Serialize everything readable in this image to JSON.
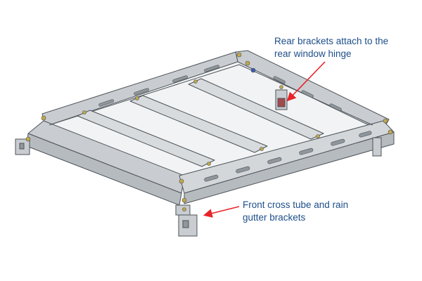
{
  "annotations": {
    "rear_brackets": {
      "lines": [
        "Rear brackets attach to the",
        "rear window hinge"
      ]
    },
    "front_brackets": {
      "lines": [
        "Front cross tube and rain",
        "gutter brackets"
      ]
    }
  },
  "colors": {
    "frame_fill": "#c9cdd1",
    "frame_highlight": "#e4e7ea",
    "frame_stroke": "#4d5358",
    "slot_fill": "#8f969c",
    "bolt_fill": "#c2a84a",
    "bracket_fill": "#a34a4a",
    "arrow": "#e8232a",
    "annotation_text": "#1d4e89"
  }
}
